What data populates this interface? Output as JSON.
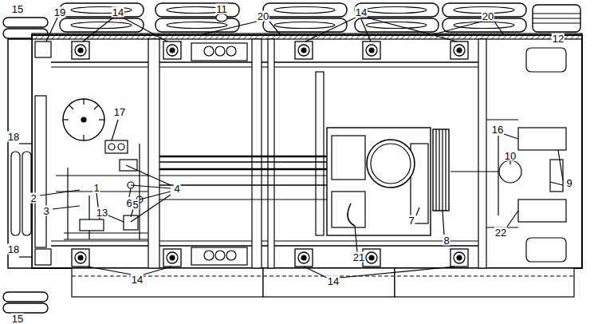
{
  "diagram": {
    "labels": [
      "15",
      "19",
      "14",
      "11",
      "20",
      "14",
      "20",
      "12",
      "17",
      "18",
      "1",
      "6",
      "4",
      "2",
      "5",
      "13",
      "3",
      "18",
      "14",
      "14",
      "15",
      "16",
      "10",
      "9",
      "21",
      "7",
      "8",
      "22"
    ]
  }
}
